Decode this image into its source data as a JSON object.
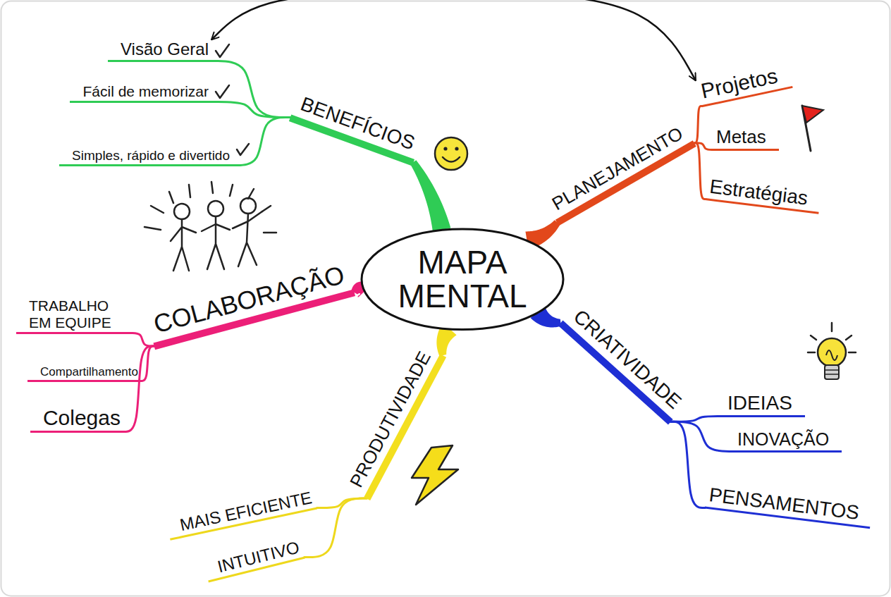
{
  "diagram": {
    "nodes": [
      {
        "text": [
          "MAPA MENTAL"
        ]
      },
      {
        "text": [
          "BENEFÍCIOS"
        ]
      },
      {
        "text": [
          "Visão Geral"
        ]
      },
      {
        "text": [
          "Fácil de memorizar"
        ]
      },
      {
        "text": [
          "Simples, rápido e divertido"
        ]
      },
      {
        "text": [
          "PLANEJAMENTO"
        ]
      },
      {
        "text": [
          "Projetos"
        ]
      },
      {
        "text": [
          "Metas"
        ]
      },
      {
        "text": [
          "Estratégias"
        ]
      },
      {
        "text": [
          "COLABORAÇÃO"
        ]
      },
      {
        "text": [
          "TRABALHO EM EQUIPE"
        ]
      },
      {
        "text": [
          "Compartilhamento"
        ]
      },
      {
        "text": [
          "Colegas"
        ]
      },
      {
        "text": [
          "CRIATIVIDADE"
        ]
      },
      {
        "text": [
          "IDEIAS"
        ]
      },
      {
        "text": [
          "INOVAÇÃO"
        ]
      },
      {
        "text": [
          "PENSAMENTOS"
        ]
      },
      {
        "text": [
          "PRODUTIVIDADE"
        ]
      },
      {
        "text": [
          "MAIS EFICIENTE"
        ]
      },
      {
        "text": [
          "INTUITIVO"
        ]
      }
    ],
    "edges": [
      {
        "from": 0,
        "to": 1,
        "arrow": "none"
      },
      {
        "from": 0,
        "to": 5,
        "arrow": "none"
      },
      {
        "from": 0,
        "to": 9,
        "arrow": "none"
      },
      {
        "from": 0,
        "to": 13,
        "arrow": "none"
      },
      {
        "from": 0,
        "to": 17,
        "arrow": "none"
      },
      {
        "from": 1,
        "to": 2,
        "arrow": "none"
      },
      {
        "from": 1,
        "to": 3,
        "arrow": "none"
      },
      {
        "from": 1,
        "to": 4,
        "arrow": "none"
      },
      {
        "from": 5,
        "to": 6,
        "arrow": "none"
      },
      {
        "from": 5,
        "to": 7,
        "arrow": "none"
      },
      {
        "from": 5,
        "to": 8,
        "arrow": "none"
      },
      {
        "from": 9,
        "to": 10,
        "arrow": "none"
      },
      {
        "from": 9,
        "to": 11,
        "arrow": "none"
      },
      {
        "from": 9,
        "to": 12,
        "arrow": "none"
      },
      {
        "from": 13,
        "to": 14,
        "arrow": "none"
      },
      {
        "from": 13,
        "to": 15,
        "arrow": "none"
      },
      {
        "from": 13,
        "to": 16,
        "arrow": "none"
      },
      {
        "from": 17,
        "to": 18,
        "arrow": "none"
      },
      {
        "from": 17,
        "to": 19,
        "arrow": "none"
      },
      {
        "from": 2,
        "to": 6,
        "arrow": "both"
      }
    ]
  }
}
